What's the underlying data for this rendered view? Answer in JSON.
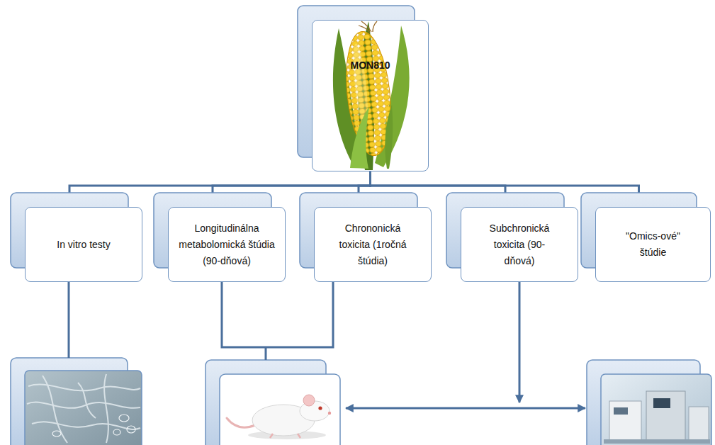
{
  "diagram": {
    "nodes": [
      {
        "text": [
          "MON810"
        ]
      },
      {
        "text": [
          "In vitro testy"
        ]
      },
      {
        "text": [
          "Longitudinálna metabolomická štúdia (90-dňová)"
        ]
      },
      {
        "text": [
          "Chrononická toxicita (1ročná štúdia)"
        ]
      },
      {
        "text": [
          "Subchronická toxicita (90-dňová)"
        ]
      },
      {
        "text": [
          "\"Omics-ové\" štúdie"
        ]
      }
    ],
    "edges": [
      {
        "from": 0,
        "to": 1,
        "arrow": "none"
      },
      {
        "from": 0,
        "to": 2,
        "arrow": "none"
      },
      {
        "from": 0,
        "to": 3,
        "arrow": "none"
      },
      {
        "from": 0,
        "to": 4,
        "arrow": "none"
      },
      {
        "from": 0,
        "to": 5,
        "arrow": "none"
      }
    ]
  }
}
